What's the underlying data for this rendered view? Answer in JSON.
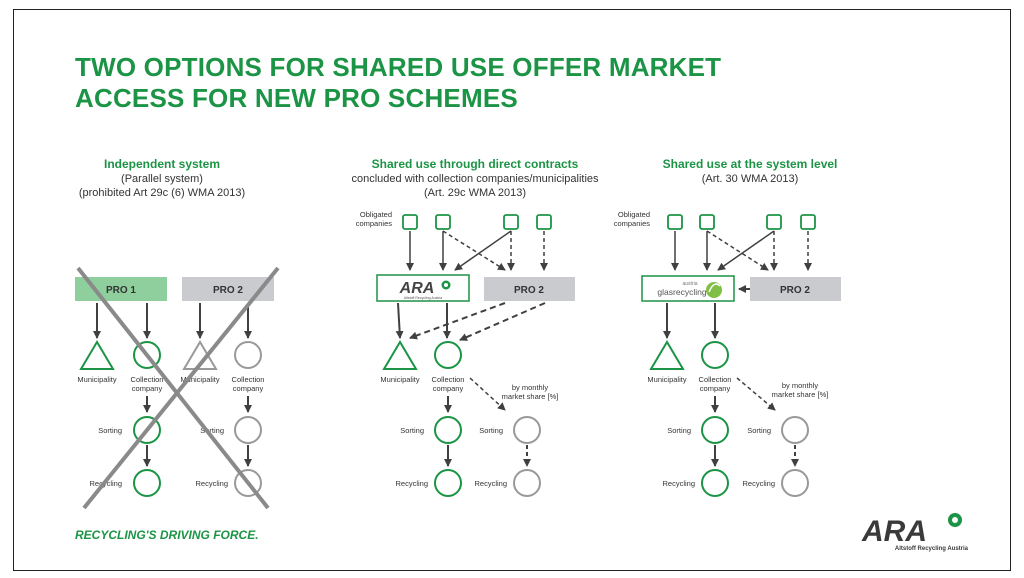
{
  "slide": {
    "title_line1": "TWO OPTIONS FOR SHARED USE OFFER MARKET",
    "title_line2": "ACCESS FOR NEW PRO SCHEMES",
    "slogan": "RECYCLING'S DRIVING FORCE.",
    "brand_logo": "ARA",
    "brand_tagline": "Altstoff Recycling Austria"
  },
  "columns": [
    {
      "heading": "Independent system",
      "sub1": "(Parallel system)",
      "sub2": "(prohibited Art 29c (6) WMA 2013)"
    },
    {
      "heading": "Shared use through direct contracts",
      "sub1": "concluded with collection companies/municipalities",
      "sub2": "(Art. 29c WMA 2013)"
    },
    {
      "heading": "Shared use at the system level",
      "sub1": "(Art. 30 WMA 2013)",
      "sub2": ""
    }
  ],
  "labels": {
    "pro1": "PRO 1",
    "pro2": "PRO 2",
    "obligated": "Obligated",
    "companies": "companies",
    "municipality": "Municipality",
    "collection": "Collection",
    "company": "company",
    "sorting": "Sorting",
    "recycling": "Recycling",
    "by_monthly": "by monthly",
    "market_share": "market share [%]",
    "ara_logo": "ARA",
    "ara_small": "Altstoff Recycling Austria",
    "glas_austria": "austria",
    "glas_name": "glasrecycling"
  },
  "colors": {
    "green": "#1c9445",
    "light_green_box": "#8fcf9d",
    "grey_box": "#c9cbce",
    "arrow": "#404040",
    "cross": "#8a8a8a"
  }
}
